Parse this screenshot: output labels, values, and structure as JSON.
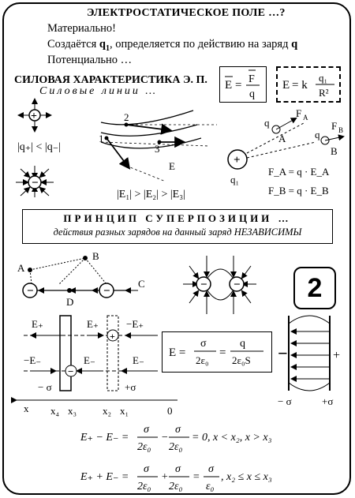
{
  "title": "ЭЛЕКТРОСТАТИЧЕСКОЕ ПОЛЕ …?",
  "lines": {
    "line1": "Материально!",
    "line2_prefix": "Создаётся ",
    "line2_q1": "q",
    "line2_sub": "1",
    "line2_mid": ", определяется по действию на заряд ",
    "line2_q": "q",
    "line3": "Потенциально …"
  },
  "section_title": "СИЛОВАЯ ХАРАКТЕРИСТИКА Э. П.",
  "field_lines_label": "Силовые линии …",
  "formulas": {
    "e_def": {
      "lhs": "E",
      "eq": "=",
      "num": "F",
      "den": "q"
    },
    "e_coulomb": {
      "lhs": "E",
      "eq": "= k",
      "num": "q₁",
      "den": "R²"
    },
    "charge_compare": "|q₊| < |q₋|",
    "e_compare": "|E₁| > |E₂| > |E₃|",
    "fa": "F_A = q · E_A",
    "fb": "F_B = q · E_B"
  },
  "labels": {
    "p1": "1",
    "p2": "2",
    "p3": "3",
    "E": "E",
    "q": "q",
    "A": "A",
    "B": "B",
    "FA": "F",
    "FAsub": "A",
    "FBsub": "B",
    "q1": "q₁",
    "C": "C",
    "D": "D",
    "Eplus": "E₊",
    "Eminus": "E₋",
    "negE": "−E₋",
    "negEplus": "−E₊",
    "sigma_minus": "− σ",
    "sigma_plus": "+σ",
    "x": "x",
    "x4": "x₄",
    "x3": "x₃",
    "x2": "x₂",
    "x1": "x₁",
    "zero": "0",
    "minus": "−",
    "plus": "+",
    "cap_minus": "− σ",
    "cap_plus": "+σ"
  },
  "superposition": {
    "title": "ПРИНЦИП СУПЕРПОЗИЦИИ …",
    "subtitle": "действия разных зарядов на данный заряд НЕЗАВИСИМЫ"
  },
  "badge": "2",
  "plate_formula": {
    "lhs": "E =",
    "num1": "σ",
    "den1": "2ε₀",
    "num2": "q",
    "den2": "2ε₀S"
  },
  "eq1": {
    "lhs": "E₊ − E₋ =",
    "n1": "σ",
    "d1": "2ε₀",
    "op": "−",
    "n2": "σ",
    "d2": "2ε₀",
    "rhs": "= 0,   x < x₂,   x > x₃"
  },
  "eq2": {
    "lhs": "E₊ + E₋ =",
    "n1": "σ",
    "d1": "2ε₀",
    "op": "+",
    "n2": "σ",
    "d2": "2ε₀",
    "mid": "=",
    "n3": "σ",
    "d3": "ε₀",
    "rhs": ",  x₂ ≤ x ≤ x₃"
  }
}
